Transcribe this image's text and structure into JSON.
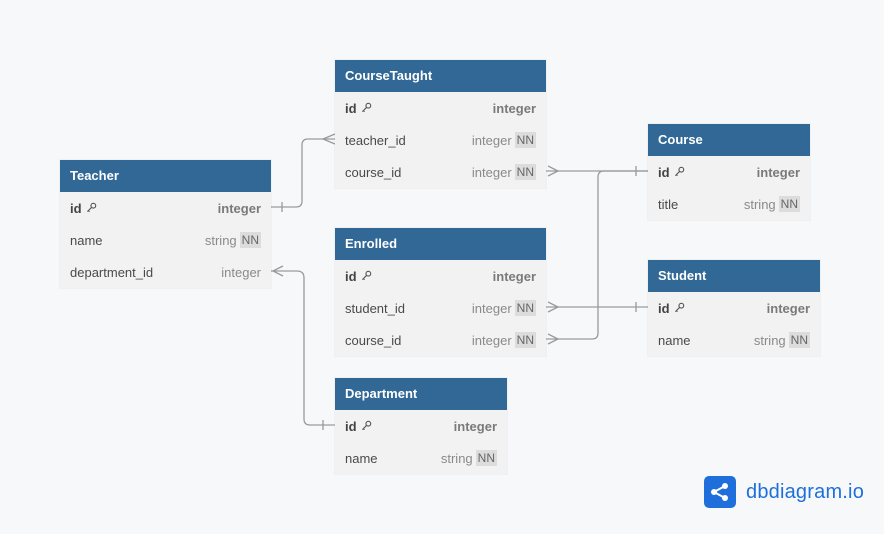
{
  "tables": {
    "teacher": {
      "name": "Teacher",
      "fields": [
        {
          "name": "id",
          "type": "integer",
          "pk": true,
          "nn": false
        },
        {
          "name": "name",
          "type": "string",
          "pk": false,
          "nn": true
        },
        {
          "name": "department_id",
          "type": "integer",
          "pk": false,
          "nn": false
        }
      ]
    },
    "coursetaught": {
      "name": "CourseTaught",
      "fields": [
        {
          "name": "id",
          "type": "integer",
          "pk": true,
          "nn": false
        },
        {
          "name": "teacher_id",
          "type": "integer",
          "pk": false,
          "nn": true
        },
        {
          "name": "course_id",
          "type": "integer",
          "pk": false,
          "nn": true
        }
      ]
    },
    "course": {
      "name": "Course",
      "fields": [
        {
          "name": "id",
          "type": "integer",
          "pk": true,
          "nn": false
        },
        {
          "name": "title",
          "type": "string",
          "pk": false,
          "nn": true
        }
      ]
    },
    "enrolled": {
      "name": "Enrolled",
      "fields": [
        {
          "name": "id",
          "type": "integer",
          "pk": true,
          "nn": false
        },
        {
          "name": "student_id",
          "type": "integer",
          "pk": false,
          "nn": true
        },
        {
          "name": "course_id",
          "type": "integer",
          "pk": false,
          "nn": true
        }
      ]
    },
    "student": {
      "name": "Student",
      "fields": [
        {
          "name": "id",
          "type": "integer",
          "pk": true,
          "nn": false
        },
        {
          "name": "name",
          "type": "string",
          "pk": false,
          "nn": true
        }
      ]
    },
    "department": {
      "name": "Department",
      "fields": [
        {
          "name": "id",
          "type": "integer",
          "pk": true,
          "nn": false
        },
        {
          "name": "name",
          "type": "string",
          "pk": false,
          "nn": true
        }
      ]
    }
  },
  "relationships": [
    {
      "from": "Teacher.id",
      "to": "CourseTaught.teacher_id"
    },
    {
      "from": "Course.id",
      "to": "CourseTaught.course_id"
    },
    {
      "from": "Course.id",
      "to": "Enrolled.course_id"
    },
    {
      "from": "Student.id",
      "to": "Enrolled.student_id"
    },
    {
      "from": "Department.id",
      "to": "Teacher.department_id"
    }
  ],
  "nn_label": "NN",
  "logo": {
    "text": "dbdiagram.io",
    "icon": "share-nodes-icon",
    "color": "#1e6fdc"
  },
  "colors": {
    "header": "#316896",
    "body": "#f2f2f2",
    "connector": "#9a9a9a"
  }
}
